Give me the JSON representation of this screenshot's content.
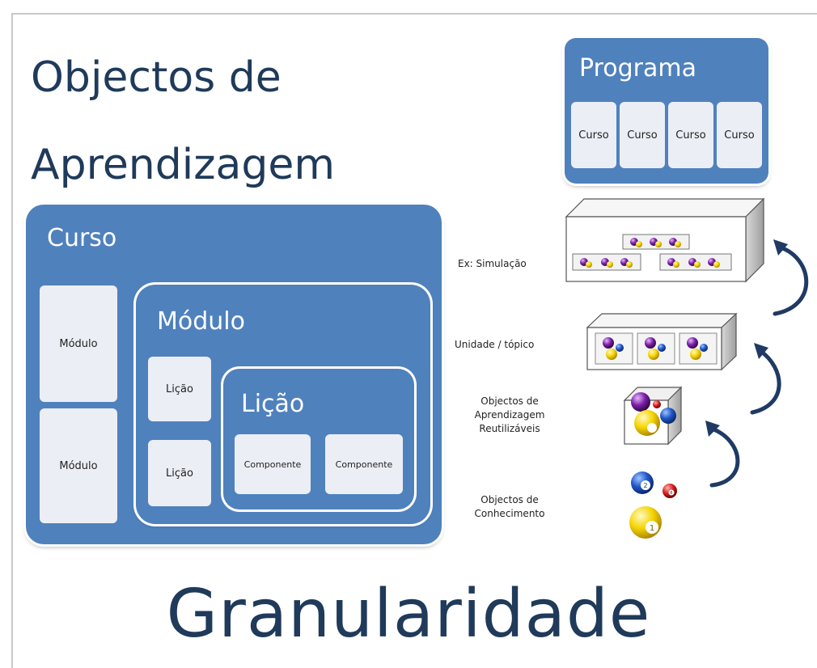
{
  "title": {
    "line1": "Objectos de",
    "line2": "Aprendizagem"
  },
  "footer": {
    "word": "Granularidade"
  },
  "curso": {
    "label": "Curso",
    "modules": [
      "Módulo",
      "Módulo"
    ],
    "modulo": {
      "label": "Módulo",
      "lessons": [
        "Lição",
        "Lição"
      ],
      "licao": {
        "label": "Lição",
        "components": [
          "Componente",
          "Componente"
        ]
      }
    }
  },
  "programa": {
    "label": "Programa",
    "courses": [
      "Curso",
      "Curso",
      "Curso",
      "Curso"
    ]
  },
  "levels": {
    "simulation": "Ex: Simulação",
    "unit": "Unidade / tópico",
    "reusable": [
      "Objectos de",
      "Aprendizagem",
      "Reutilizáveis"
    ],
    "knowledge": [
      "Objectos de",
      "Conhecimento"
    ]
  },
  "balls": [
    "1",
    "2",
    "6"
  ],
  "colors": {
    "accent_blue": "#4f81bd",
    "light_box": "#eceef5",
    "title_text": "#1f3a5a",
    "arrow": "#1f3a64"
  }
}
